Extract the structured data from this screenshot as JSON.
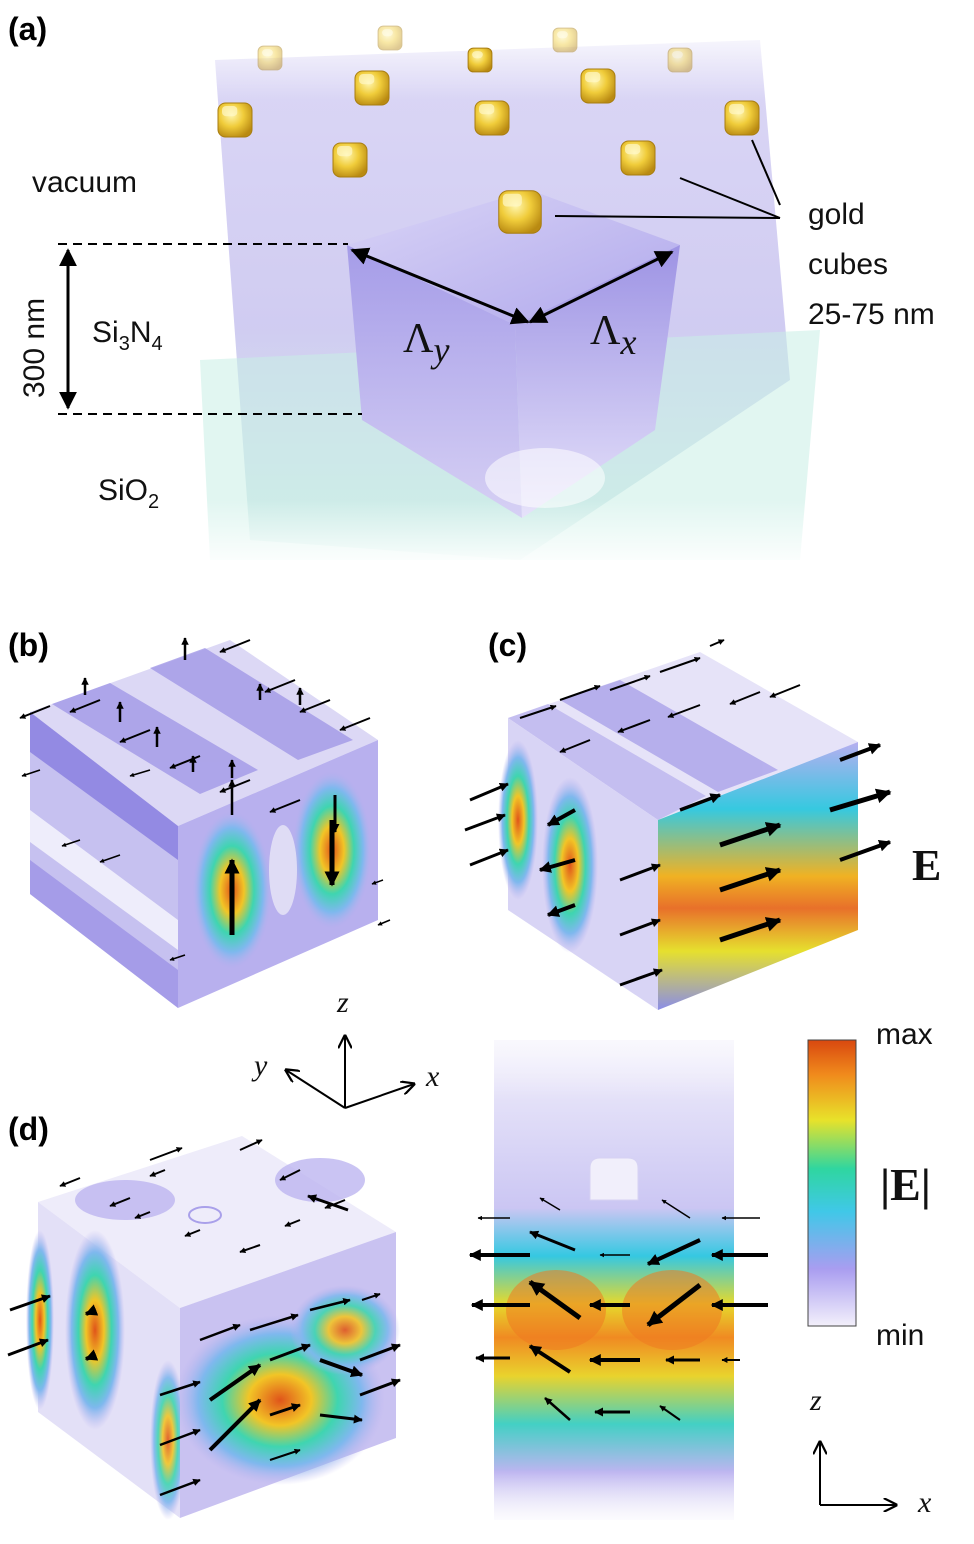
{
  "panels": {
    "a": {
      "label": "(a)",
      "vacuum": "vacuum",
      "thickness": "300 nm",
      "sin": {
        "main": "Si",
        "s1": "3",
        "mid": "N",
        "s2": "4"
      },
      "sio": {
        "main": "SiO",
        "s1": "2"
      },
      "gold": [
        "gold",
        "cubes",
        "25-75 nm"
      ],
      "lambda_y": {
        "sym": "Λ",
        "sub": "y"
      },
      "lambda_x": {
        "sym": "Λ",
        "sub": "x"
      }
    },
    "b": {
      "label": "(b)"
    },
    "c": {
      "label": "(c)",
      "field": "E"
    },
    "d": {
      "label": "(d)"
    }
  },
  "axes3d": {
    "z": "z",
    "y": "y",
    "x": "x"
  },
  "axes2d": {
    "z": "z",
    "x": "x"
  },
  "colorbar": {
    "max": "max",
    "min": "min",
    "quantity": "|E|",
    "stops": [
      "#f3f0fb",
      "#a99df0",
      "#40c8e8",
      "#2fd6a0",
      "#e8e22a",
      "#f08a1c",
      "#d9480f"
    ]
  },
  "colors": {
    "nitride": "#a89fe8",
    "substrate": "#bfe8e0",
    "gold": "#e9c23a"
  }
}
